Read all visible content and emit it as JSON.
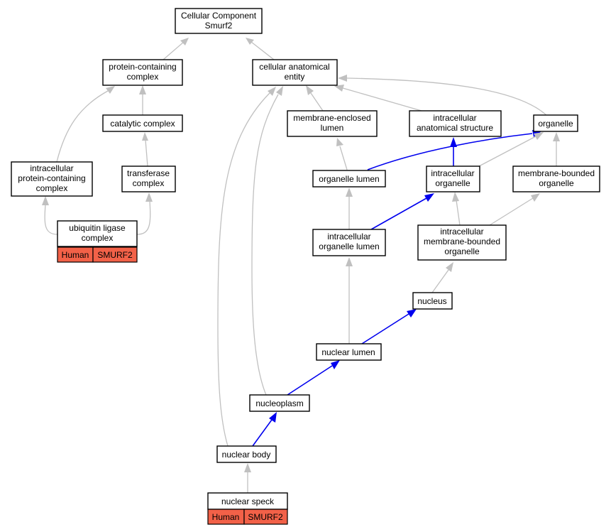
{
  "nodes": {
    "root": [
      "Cellular Component",
      "Smurf2"
    ],
    "protein_containing_complex": [
      "protein-containing",
      "complex"
    ],
    "cellular_anatomical_entity": [
      "cellular anatomical",
      "entity"
    ],
    "catalytic_complex": [
      "catalytic complex"
    ],
    "membrane_enclosed_lumen": [
      "membrane-enclosed",
      "lumen"
    ],
    "intracellular_anatomical_structure": [
      "intracellular",
      "anatomical structure"
    ],
    "organelle": [
      "organelle"
    ],
    "intracellular_protein_containing_complex": [
      "intracellular",
      "protein-containing",
      "complex"
    ],
    "transferase_complex": [
      "transferase",
      "complex"
    ],
    "organelle_lumen": [
      "organelle lumen"
    ],
    "intracellular_organelle": [
      "intracellular",
      "organelle"
    ],
    "membrane_bounded_organelle": [
      "membrane-bounded",
      "organelle"
    ],
    "ubiquitin_ligase_complex": [
      "ubiquitin ligase",
      "complex"
    ],
    "intracellular_organelle_lumen": [
      "intracellular",
      "organelle lumen"
    ],
    "intracellular_membrane_bounded_organelle": [
      "intracellular",
      "membrane-bounded",
      "organelle"
    ],
    "nucleus": [
      "nucleus"
    ],
    "nuclear_lumen": [
      "nuclear lumen"
    ],
    "nucleoplasm": [
      "nucleoplasm"
    ],
    "nuclear_body": [
      "nuclear body"
    ],
    "nuclear_speck": [
      "nuclear speck"
    ]
  },
  "annotations": {
    "ubiquitin_ligase_complex": {
      "species": "Human",
      "gene": "SMURF2"
    },
    "nuclear_speck": {
      "species": "Human",
      "gene": "SMURF2"
    }
  },
  "colors": {
    "edge_default": "#c0c0c0",
    "edge_highlight": "#0000ee",
    "annotation_fill": "#f26148",
    "node_border": "#000000"
  }
}
